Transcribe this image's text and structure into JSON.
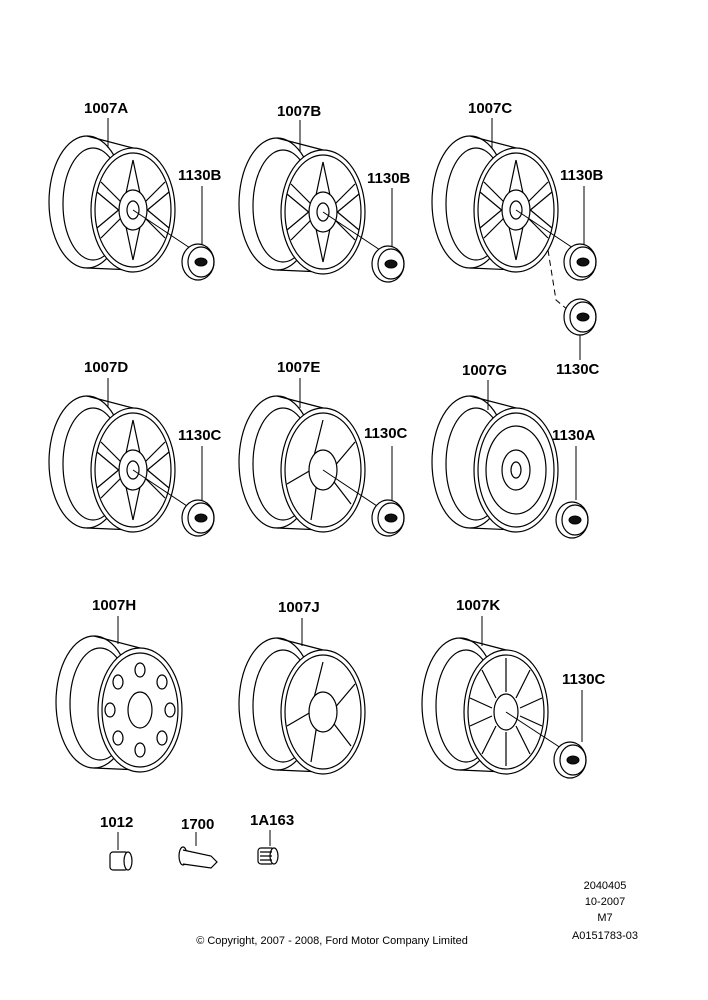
{
  "diagram": {
    "labels": {
      "wheel_1007A": "1007A",
      "wheel_1007B": "1007B",
      "wheel_1007C": "1007C",
      "wheel_1007D": "1007D",
      "wheel_1007E": "1007E",
      "wheel_1007G": "1007G",
      "wheel_1007H": "1007H",
      "wheel_1007J": "1007J",
      "wheel_1007K": "1007K",
      "cap_a_1130B": "1130B",
      "cap_b_1130B": "1130B",
      "cap_c_1130B": "1130B",
      "cap_c_1130C": "1130C",
      "cap_d_1130C": "1130C",
      "cap_e_1130C": "1130C",
      "cap_g_1130A": "1130A",
      "cap_k_1130C": "1130C",
      "nut_1012": "1012",
      "valve_1700": "1700",
      "nut_1A163": "1A163"
    },
    "footer": {
      "code_1": "2040405",
      "date": "10-2007",
      "model": "M7",
      "code_2": "A0151783-03",
      "copyright": "© Copyright, 2007 - 2008, Ford Motor Company Limited"
    }
  }
}
